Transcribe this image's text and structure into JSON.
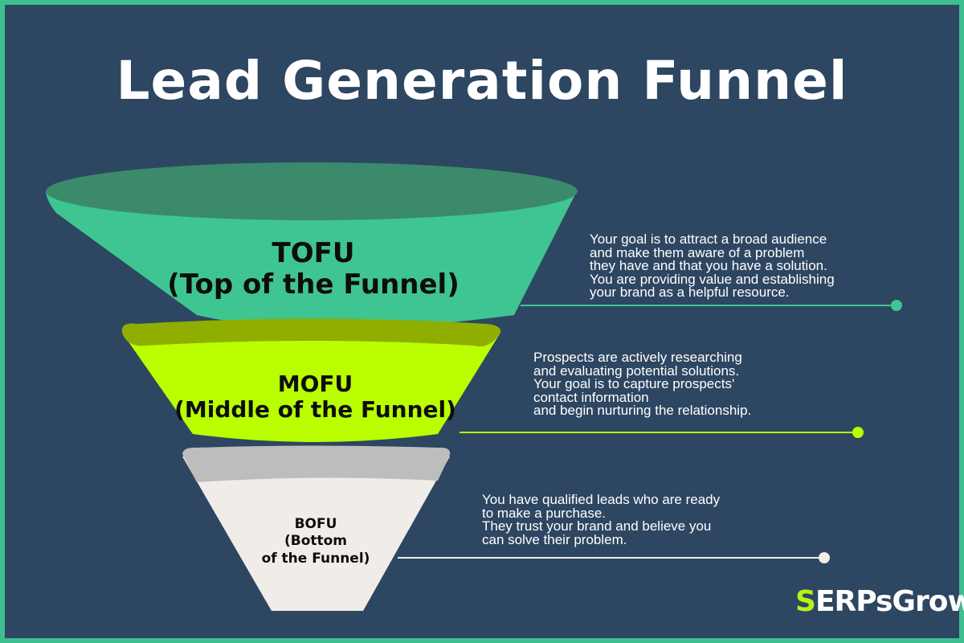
{
  "title": "Lead Generation Funnel",
  "stages": [
    {
      "acronym": "TOFU",
      "name": "(Top of the Funnel)",
      "color": "#3fc591",
      "rim_color": "#3a8a6b",
      "description": [
        "Your goal is to attract a broad audience",
        "and make them aware of a problem",
        "they have and that you have a solution.",
        "You are providing value and establishing",
        "your brand as a helpful resource."
      ]
    },
    {
      "acronym": "MOFU",
      "name": "(Middle of the Funnel)",
      "color": "#baff00",
      "rim_color": "#8fae00",
      "description": [
        "Prospects are actively researching",
        "and evaluating potential solutions.",
        "Your goal is to capture prospects'",
        "contact information",
        "and begin nurturing the relationship."
      ]
    },
    {
      "acronym": "BOFU",
      "name_lines": [
        "(Bottom",
        "of the Funnel)"
      ],
      "color": "#f0ede9",
      "rim_color": "#bdbdbd",
      "description": [
        "You have qualified leads who are ready",
        "to make a purchase.",
        "They trust your brand and believe you",
        "can solve their problem."
      ]
    }
  ],
  "logo": {
    "first_letter": "S",
    "rest": "ERPsGrowth",
    "accent": "#b7f212"
  }
}
